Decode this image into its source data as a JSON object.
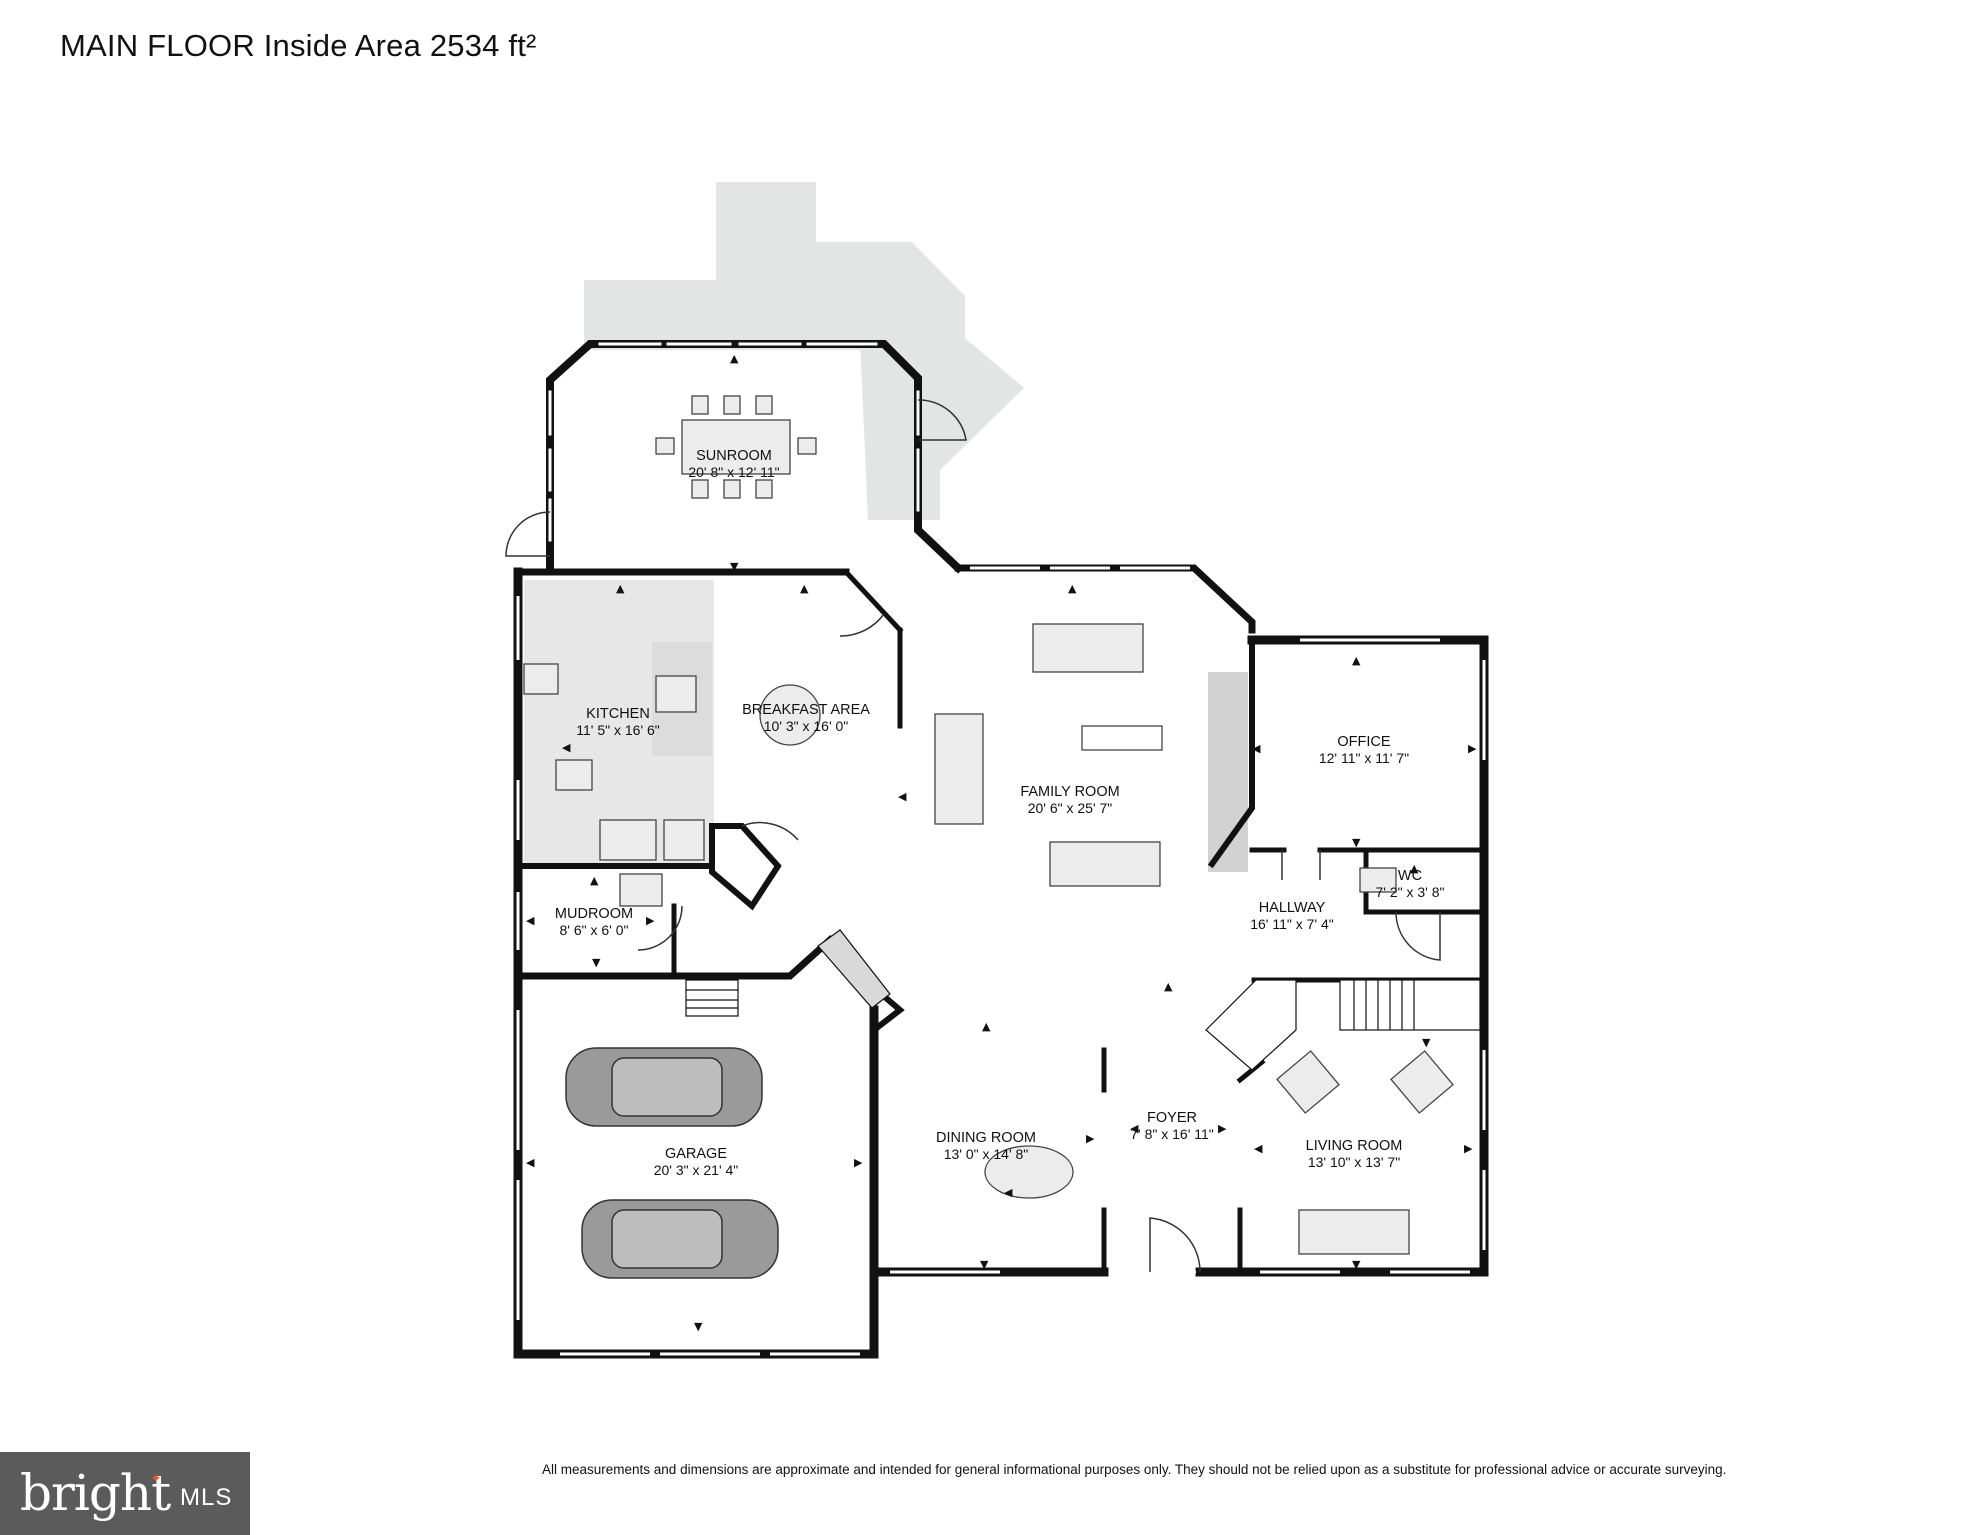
{
  "header": {
    "title": "MAIN FLOOR Inside Area 2534 ft²"
  },
  "rooms": [
    {
      "name": "SUNROOM",
      "dims": "20' 8\" x 12' 11\""
    },
    {
      "name": "KITCHEN",
      "dims": "11' 5\" x 16' 6\""
    },
    {
      "name": "BREAKFAST AREA",
      "dims": "10' 3\" x 16' 0\""
    },
    {
      "name": "FAMILY ROOM",
      "dims": "20' 6\" x 25' 7\""
    },
    {
      "name": "OFFICE",
      "dims": "12' 11\" x 11' 7\""
    },
    {
      "name": "WC",
      "dims": "7' 2\" x 3' 8\""
    },
    {
      "name": "HALLWAY",
      "dims": "16' 11\" x 7' 4\""
    },
    {
      "name": "MUDROOM",
      "dims": "8' 6\" x 6' 0\""
    },
    {
      "name": "GARAGE",
      "dims": "20' 3\" x 21' 4\""
    },
    {
      "name": "DINING ROOM",
      "dims": "13' 0\" x 14' 8\""
    },
    {
      "name": "FOYER",
      "dims": "7' 8\" x 16' 11\""
    },
    {
      "name": "LIVING ROOM",
      "dims": "13' 10\" x 13' 7\""
    }
  ],
  "footer": {
    "disclaimer": "All measurements and dimensions are approximate and intended for general informational purposes only. They should not be relied upon as a substitute for professional advice or accurate surveying.",
    "logo_text": "bright",
    "logo_suffix": "MLS"
  },
  "colors": {
    "wall": "#111111",
    "deck": "#e3e5e4",
    "fixture": "#d9d9d9",
    "car": "#9a9a9a",
    "logo_bg": "#5b5b5b",
    "logo_accent": "#e2572c"
  }
}
